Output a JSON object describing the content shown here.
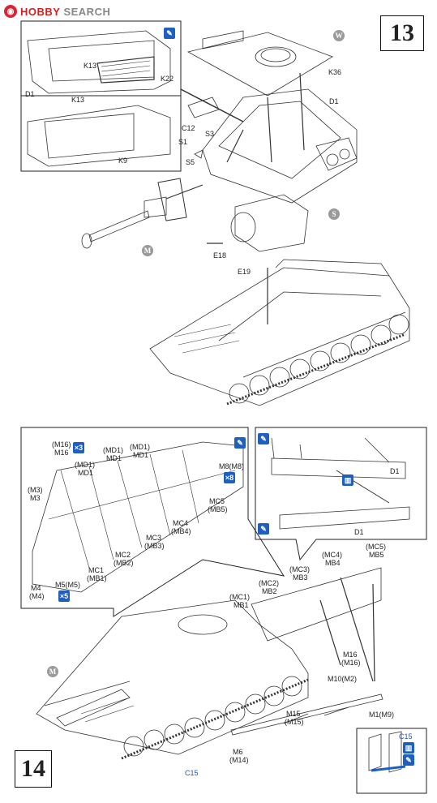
{
  "header": {
    "brand_part1": "HOBBY",
    "brand_part2": " SEARCH",
    "logo_icon": "hobby-search-logo-icon"
  },
  "step13": {
    "number": "13",
    "labels": {
      "K13_a": "K13",
      "K22": "K22",
      "D1_inset": "D1",
      "K13_b": "K13",
      "K9": "K9",
      "K36": "K36",
      "D1_main": "D1",
      "C12": "C12",
      "S1": "S1",
      "S3": "S3",
      "S5": "S5",
      "E18": "E18",
      "E19": "E19"
    },
    "circles": {
      "W": "W",
      "S": "S",
      "M": "M"
    }
  },
  "step14": {
    "number": "14",
    "skirt_labels": {
      "m16_top": "(M16)",
      "m16_top2": "M16",
      "x3": "×3",
      "md1_a1": "(MD1)",
      "md1_a2": "MD1",
      "md1_b1": "(MD1)",
      "md1_b2": "MD1",
      "md1_c1": "(MD1)",
      "md1_c2": "MD1",
      "m8": "M8(M8)",
      "x8": "×8",
      "m3a": "(M3)",
      "m3b": "M3",
      "mc5a": "MC5",
      "mc5b": "(MB5)",
      "mc4a": "MC4",
      "mc4b": "(MB4)",
      "mc3a": "MC3",
      "mc3b": "(MB3)",
      "mc2a": "MC2",
      "mc2b": "(MB2)",
      "mc1a": "MC1",
      "mc1b": "(MB1)",
      "m4a": "M4",
      "m4b": "(M4)",
      "m5": "M5(M5)",
      "x5": "×5"
    },
    "side_labels": {
      "D1_top": "D1",
      "D1_bottom": "D1"
    },
    "main_labels": {
      "mc5a": "(MC5)",
      "mc5b": "MB5",
      "mc4a": "(MC4)",
      "mc4b": "MB4",
      "mc3a": "(MC3)",
      "mc3b": "MB3",
      "mc2a": "(MC2)",
      "mc2b": "MB2",
      "mc1a": "(MC1)",
      "mc1b": "MB1",
      "m16a": "M16",
      "m16b": "(M16)",
      "m10": "M10(M2)",
      "m15a": "M15",
      "m15b": "(M15)",
      "m1": "M1(M9)",
      "m6a": "M6",
      "m6b": "(M14)",
      "c15": "C15",
      "c15_inset": "C15"
    },
    "circle_m": "M"
  },
  "colors": {
    "accent_blue": "#1e5fc2",
    "brand_red": "#cc2222",
    "line": "#333333"
  }
}
